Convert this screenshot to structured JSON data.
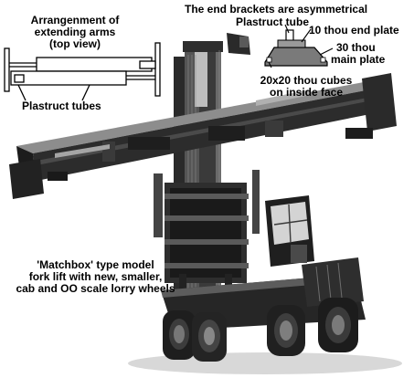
{
  "annotations": {
    "arrangement_title": [
      "Arrangenment of",
      "extending arms",
      "(top view)"
    ],
    "plastruct_tubes": "Plastruct tubes",
    "end_brackets_heading": "The end brackets are asymmetrical",
    "plastruct_tube_single": "Plastruct tube",
    "end_plate": "10 thou end plate",
    "main_plate": [
      "30 thou",
      "main plate"
    ],
    "cubes": [
      "20x20 thou cubes",
      "on inside face"
    ],
    "model_description": [
      "'Matchbox' type model",
      "fork lift with new, smaller,",
      "cab and OO scale lorry wheels"
    ]
  },
  "colors": {
    "background": "#ffffff",
    "text": "#000000",
    "machine_dark": "#1f1f1f",
    "machine_mid": "#4a4a4a",
    "machine_light": "#8a8a8a",
    "bracket_fill": "#7a7a7a"
  }
}
